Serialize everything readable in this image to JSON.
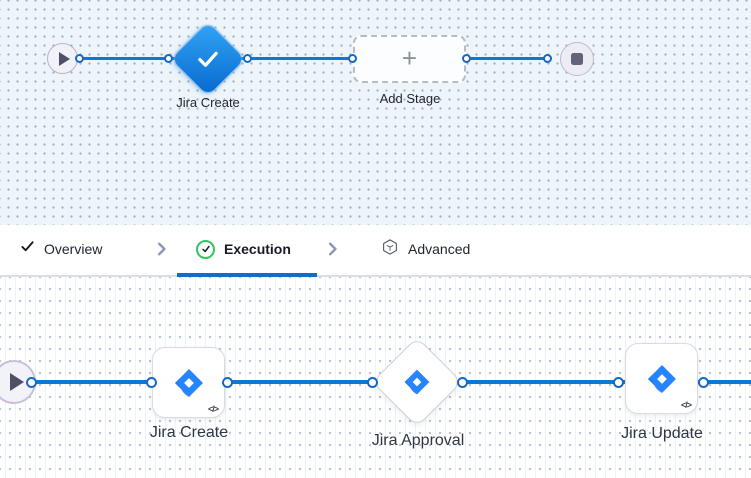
{
  "top_pipeline": {
    "stage_label": "Jira Create",
    "add_stage_label": "Add Stage",
    "plus_icon": "+",
    "start_icon": "play-icon",
    "end_icon": "stop-icon",
    "stage_state": "selected"
  },
  "tabs": {
    "items": [
      {
        "label": "Overview",
        "icon": "check-icon",
        "active": false
      },
      {
        "label": "Execution",
        "icon": "check-circle-icon",
        "active": true
      },
      {
        "label": "Advanced",
        "icon": "hexagon-icon",
        "active": false
      }
    ],
    "separator_icon": "chevron-right-icon",
    "active_underline_color": "#0B6FD1"
  },
  "bottom_pipeline": {
    "start_icon": "play-icon",
    "steps": [
      {
        "label": "Jira Create",
        "shape": "card",
        "badge": "</>"
      },
      {
        "label": "Jira Approval",
        "shape": "diamond",
        "badge": ""
      },
      {
        "label": "Jira Update",
        "shape": "card",
        "badge": "</>"
      }
    ]
  },
  "colors": {
    "connector_blue": "#0B79D4",
    "top_canvas_bg": "#EDF5FA",
    "selected_stage_gradient_start": "#2F9FF2",
    "selected_stage_gradient_end": "#0B6ED2",
    "execution_icon_green": "#35C45F",
    "jira_blue": "#2684FF",
    "jira_blue_dark": "#0052CC"
  }
}
